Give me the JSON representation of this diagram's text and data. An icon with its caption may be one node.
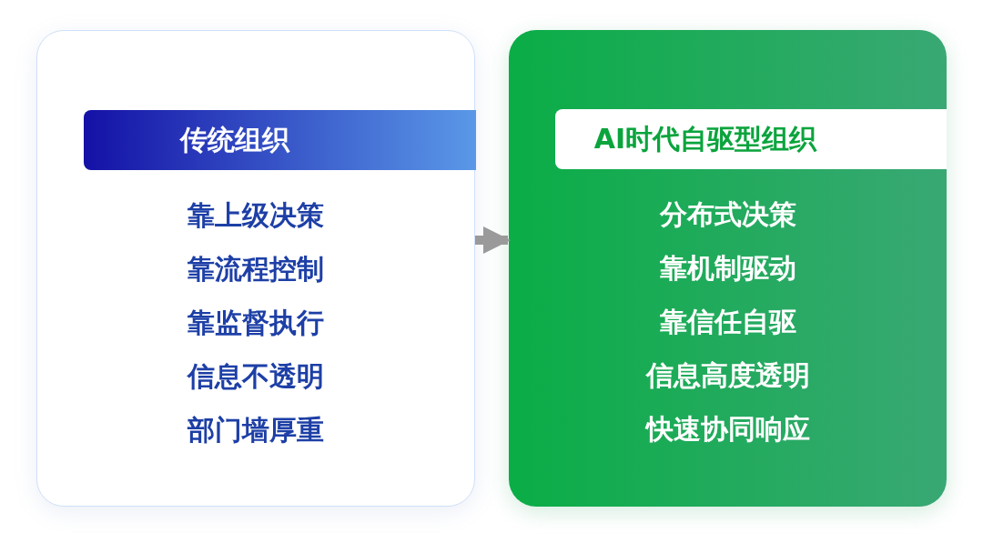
{
  "diagram": {
    "nodes": [
      {
        "text": [
          "靠上级决策",
          "靠流程控制",
          "靠监督执行",
          "信息不透明",
          "部门墙厚重"
        ]
      },
      {
        "text": [
          "传统组织"
        ],
        "in": 0
      },
      {
        "text": [
          "分布式决策",
          "靠机制驱动",
          "靠信任自驱",
          "信息高度透明",
          "快速协同响应"
        ]
      },
      {
        "text": [
          "AI时代自驱型组织"
        ],
        "in": 2
      }
    ],
    "edges": [
      {
        "from": 0,
        "to": 2,
        "arrow": "to"
      }
    ]
  }
}
